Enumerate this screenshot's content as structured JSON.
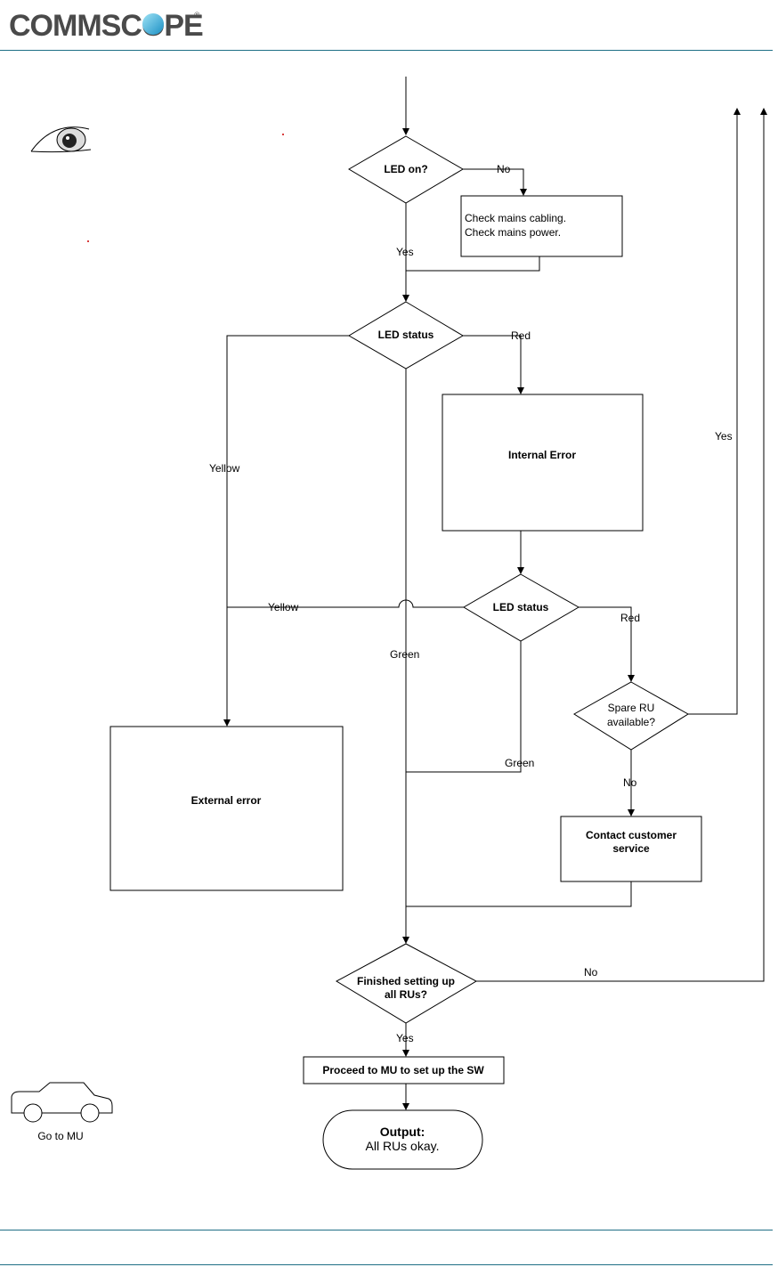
{
  "header": {
    "brand": "COMMSCOPE",
    "registered": "®"
  },
  "flowchart": {
    "led_on": "LED on?",
    "no_1": "No",
    "check_line1": "Check mains cabling.",
    "check_line2": "Check mains power.",
    "yes_1": "Yes",
    "led_status_1": "LED status",
    "red_1": "Red",
    "yellow_1": "Yellow",
    "internal_error": "Internal Error",
    "led_status_2": "LED status",
    "yellow_2": "Yellow",
    "red_2": "Red",
    "green_1": "Green",
    "green_2": "Green",
    "spare_ru_line1": "Spare RU",
    "spare_ru_line2": "available?",
    "yes_2": "Yes",
    "no_2": "No",
    "external_error": "External error",
    "contact_line1": "Contact customer",
    "contact_line2": "service",
    "finished_line1": "Finished setting up",
    "finished_line2": "all RUs?",
    "no_3": "No",
    "yes_3": "Yes",
    "proceed": "Proceed to MU to set up the SW",
    "output_title": "Output:",
    "output_text": "All RUs okay.",
    "go_to_mu": "Go to MU"
  },
  "icons": [
    "eye-icon",
    "car-icon"
  ]
}
